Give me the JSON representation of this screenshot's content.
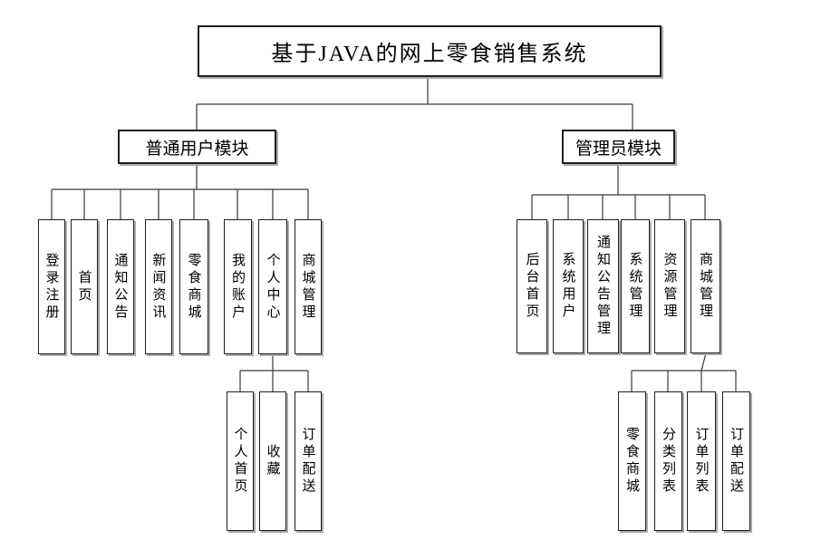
{
  "tree": {
    "title": "基于JAVA的网上零食销售系统",
    "left": {
      "label": "普通用户模块",
      "children": [
        "登录注册",
        "首页",
        "通知公告",
        "新闻资讯",
        "零食商城",
        "我的账户",
        "个人中心",
        "商城管理"
      ],
      "sub": [
        "个人首页",
        "收藏",
        "订单配送"
      ]
    },
    "right": {
      "label": "管理员模块",
      "children": [
        "后台首页",
        "系统用户",
        "通知公告管理",
        "系统管理",
        "资源管理",
        "商城管理"
      ],
      "sub": [
        "零食商城",
        "分类列表",
        "订单列表",
        "订单配送"
      ]
    },
    "colors": {
      "line": "#3a3a3a",
      "border": "#1f1f1f",
      "shadow": "#ababab",
      "background": "#ffffff"
    }
  }
}
